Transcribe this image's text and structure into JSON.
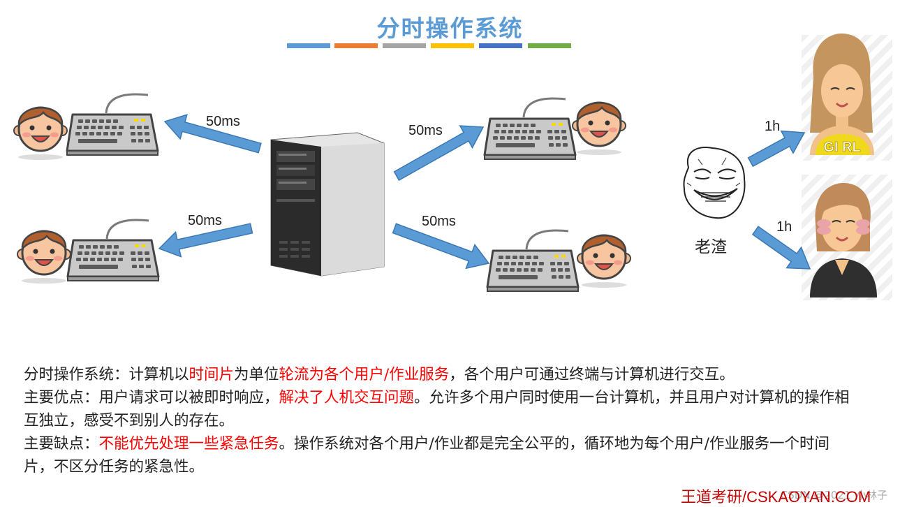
{
  "title": "分时操作系统",
  "title_bar_colors": [
    "#5b9bd5",
    "#ed7d31",
    "#a5a5a5",
    "#ffc000",
    "#4472c4",
    "#70ad47"
  ],
  "arrow_color": "#5b9bd5",
  "labels": {
    "arrow_top_left": "50ms",
    "arrow_top_right": "50ms",
    "arrow_bottom_left": "50ms",
    "arrow_bottom_right": "50ms",
    "arrow_to_girl": "1h",
    "arrow_to_woman": "1h",
    "guy": "老渣",
    "girl_shirt": "GI RL"
  },
  "paragraphs": {
    "p1_a": "分时操作系统：计算机以",
    "p1_b": "时间片",
    "p1_c": "为单位",
    "p1_d": "轮流为各个用户/作业服务",
    "p1_e": "，各个用户可通过终端与计算机进行交互。",
    "p2_a": "主要优点：用户请求可以被即时响应，",
    "p2_b": "解决了人机交互问题",
    "p2_c": "。允许多个用户同时使用一台计算机，并且用户对计算机的操作相互独立，感受不到别人的存在。",
    "p3_a": "主要缺点：",
    "p3_b": "不能优先处理一些紧急任务",
    "p3_c": "。操作系统对各个用户/作业都是完全公平的，循环地为每个用户/作业服务一个时间片，不区分任务的紧急性。"
  },
  "footer": {
    "watermark": "CSDN @2021_小林子",
    "brand": "王道考研/CSKAOYAN.COM"
  }
}
